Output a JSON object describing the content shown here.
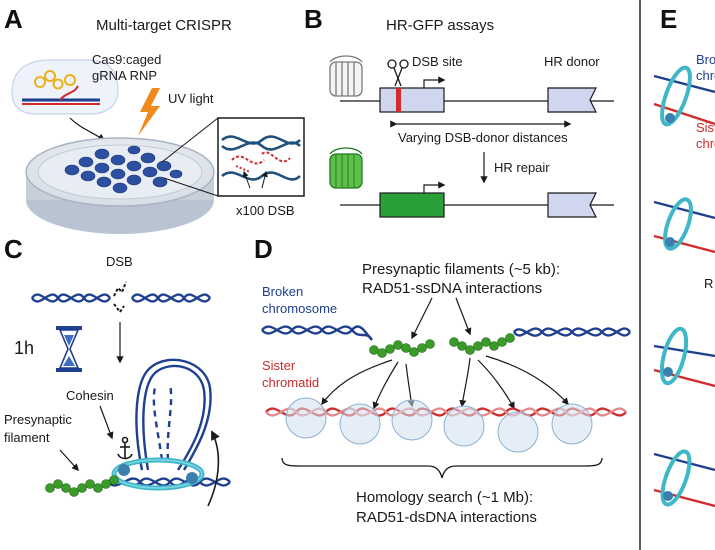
{
  "panels": {
    "A": {
      "letter": "A",
      "title": "Multi-target CRISPR",
      "rnp_label_1": "Cas9:caged",
      "rnp_label_2": "gRNA RNP",
      "uv_label": "UV light",
      "dsb_count_label": "x100 DSB"
    },
    "B": {
      "letter": "B",
      "title": "HR-GFP assays",
      "dsb_site_label": "DSB site",
      "hr_donor_label": "HR donor",
      "distance_label": "Varying DSB-donor distances",
      "repair_label": "HR repair"
    },
    "C": {
      "letter": "C",
      "dsb_label": "DSB",
      "time_label": "1h",
      "cohesin_label": "Cohesin",
      "filament_label_1": "Presynaptic",
      "filament_label_2": "filament"
    },
    "D": {
      "letter": "D",
      "top_label_1": "Presynaptic filaments (~5 kb):",
      "top_label_2": "RAD51-ssDNA interactions",
      "broken_label_1": "Broken",
      "broken_label_2": "chromosome",
      "sister_label_1": "Sister",
      "sister_label_2": "chromatid",
      "bottom_label_1": "Homology search (~1 Mb):",
      "bottom_label_2": "RAD51-dsDNA interactions"
    },
    "E": {
      "letter": "E",
      "broken_label_1": "Bro",
      "broken_label_2": "chro",
      "sister_label_1": "Sist",
      "sister_label_2": "chro",
      "side_glyph": "R"
    }
  },
  "colors": {
    "dna_blue": "#1f3f8f",
    "dna_red": "#d22b2b",
    "dna_pink": "#e58a8a",
    "filament_green": "#3a9a2a",
    "cohesin_teal": "#3fb7c9",
    "gene_box": "#cfd6ee",
    "gfp_green": "#2aa03a",
    "dish_blue": "#2d4fa0",
    "uv_orange": "#f08a1c"
  }
}
